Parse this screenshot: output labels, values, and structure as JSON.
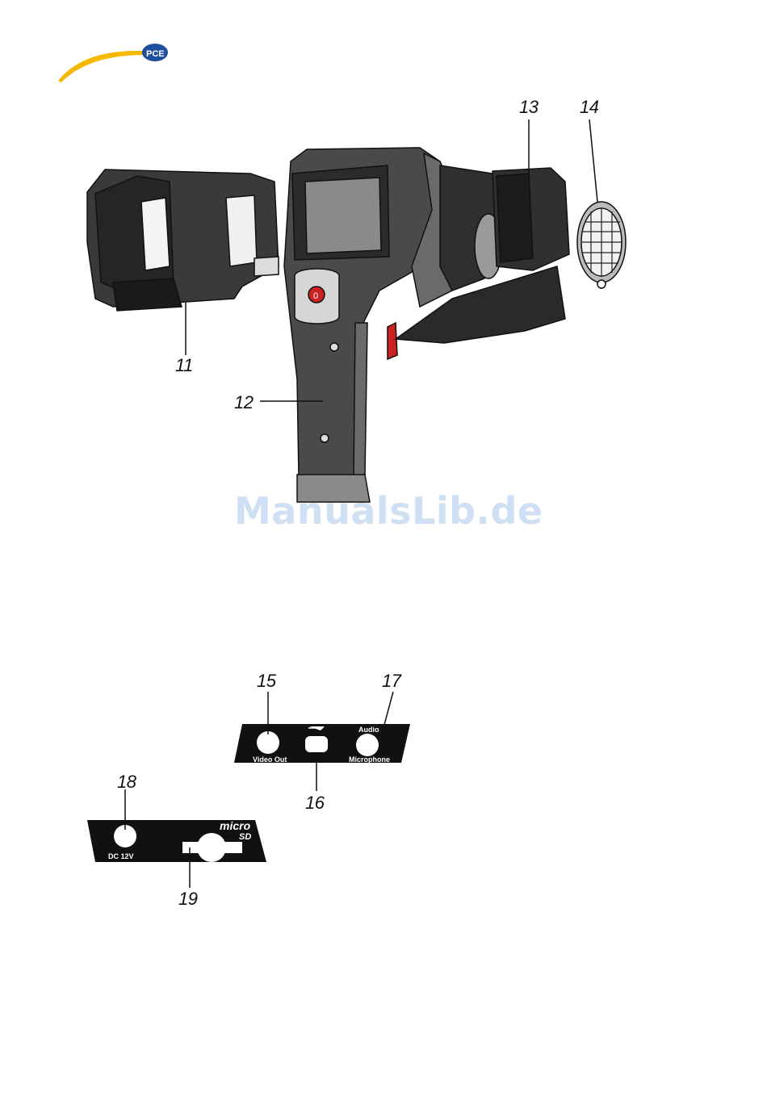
{
  "header": {
    "logo_text": "PCE",
    "swoosh_color": "#f5b800",
    "logo_color": "#1f4e9c"
  },
  "figure_top": {
    "callouts": [
      "11",
      "12",
      "13",
      "14"
    ]
  },
  "figure_ports": {
    "callouts": [
      "15",
      "16",
      "17"
    ],
    "labels": {
      "video_out": "Video Out",
      "audio": "Audio",
      "microphone": "Microphone"
    }
  },
  "figure_power": {
    "callouts": [
      "18",
      "19"
    ],
    "labels": {
      "dc": "DC 12V",
      "micro": "micro",
      "sd": "SD"
    }
  },
  "watermark": "ManualsLib.de"
}
